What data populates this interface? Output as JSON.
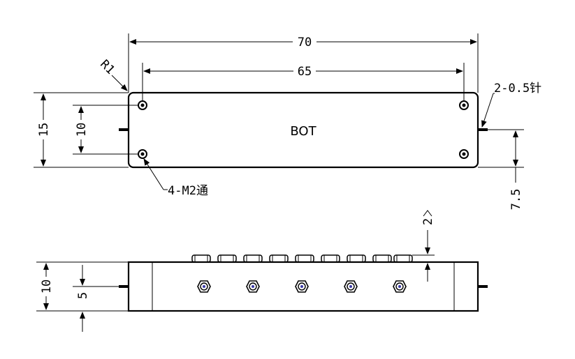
{
  "top_view": {
    "label": "BOT",
    "dim_length": "70",
    "dim_hole_pitch_x": "65",
    "dim_width": "15",
    "dim_hole_pitch_y": "10",
    "dim_pin_offset": "7.5",
    "corner_radius": "R1",
    "pin_note": "2-0.5针",
    "hole_note": "4-M2通"
  },
  "side_view": {
    "dim_height": "10",
    "dim_pin_height": "5",
    "dim_connector": "2",
    "connector_count_front": 5,
    "connector_count_top": 9
  }
}
